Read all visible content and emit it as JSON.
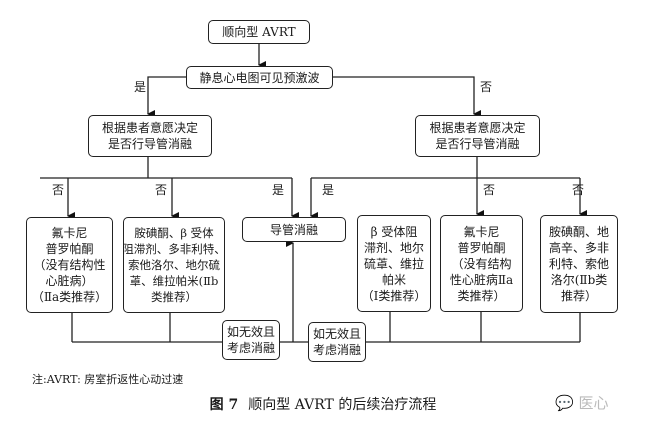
{
  "nodes": {
    "start": "顺向型 AVRT",
    "ecg": "静息心电图可见预激波",
    "decide_left": [
      "根据患者意愿决定",
      "是否行导管消融"
    ],
    "decide_right": [
      "根据患者意愿决定",
      "是否行导管消融"
    ],
    "ablation": "导管消融",
    "left_1": [
      "氟卡尼",
      "普罗帕酮",
      "（没有结构性",
      "心脏病）",
      "（Ⅱa类推荐）"
    ],
    "left_2": [
      "胺碘酮、β 受体",
      "阻滞剂、多非利特、",
      "索他洛尔、地尔硫",
      "䓬、维拉帕米(Ⅱb",
      "类推荐）"
    ],
    "right_1": [
      "β 受体阻",
      "滞剂、地尔",
      "硫䓬、维拉",
      "帕米",
      "（Ⅰ类推荐）"
    ],
    "right_2": [
      "氟卡尼",
      "普罗帕酮",
      "（没有结构",
      "性心脏病Ⅱa",
      "类推荐）"
    ],
    "right_3": [
      "胺碘酮、地",
      "高辛、多非",
      "利特、索他",
      "洛尔(Ⅱb类",
      "推荐）"
    ],
    "fail_left": [
      "如无效且",
      "考虑消融"
    ],
    "fail_right": [
      "如无效且",
      "考虑消融"
    ]
  },
  "edge_labels": {
    "yes": "是",
    "no": "否"
  },
  "note": "注:AVRT: 房室折返性心动过速",
  "caption": {
    "figure_no": "图 7",
    "title": "顺向型 AVRT 的后续治疗流程"
  },
  "watermark": "医心"
}
